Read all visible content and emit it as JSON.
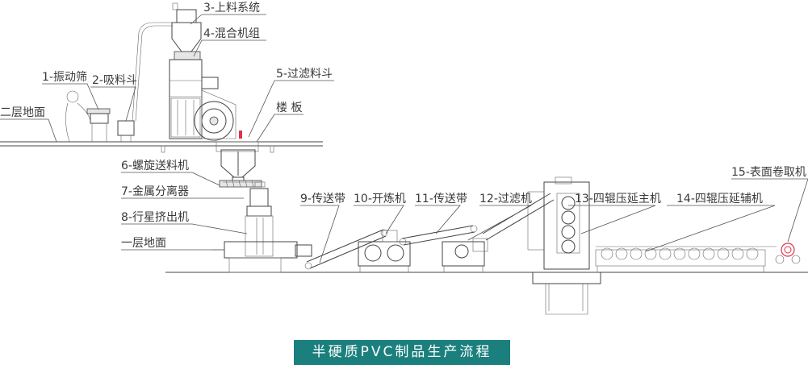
{
  "caption": "半硬质PVC制品生产流程",
  "labels": {
    "l1": "1-振动筛",
    "l2": "2-吸料斗",
    "l3": "3-上料系统",
    "l4": "4-混合机组",
    "l5": "5-过滤料斗",
    "louban": "楼 板",
    "floor2": "二层地面",
    "l6": "6-螺旋送料机",
    "l7": "7-金属分离器",
    "l8": "8-行星挤出机",
    "floor1": "一层地面",
    "l9": "9-传送带",
    "l10": "10-开炼机",
    "l11": "11-传送带",
    "l12": "12-过滤机",
    "l13": "13-四辊压延主机",
    "l14": "14-四辊压延辅机",
    "l15": "15-表面卷取机"
  },
  "colors": {
    "caption_bg": "#1b7f7d",
    "accent_red": "#e0304a",
    "line": "#555555"
  }
}
